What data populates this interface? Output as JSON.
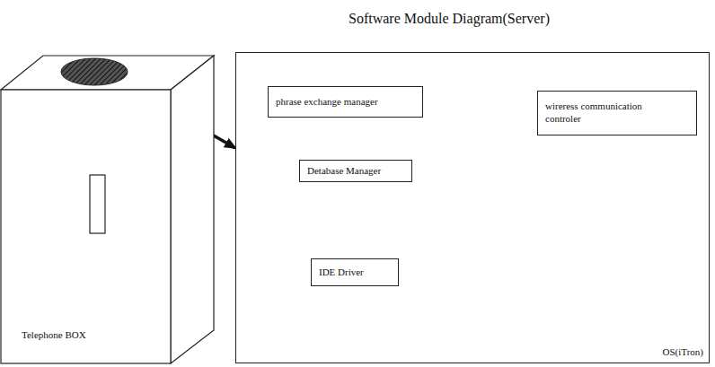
{
  "diagram": {
    "title": "Software Module Diagram(Server)",
    "nodes": [
      {
        "text": [
          "Telephone BOX"
        ]
      },
      {
        "text": [
          "OS(iTron)"
        ]
      },
      {
        "text": [
          "phrase exchange manager"
        ],
        "in": 1
      },
      {
        "text": [
          "wireress communication controler"
        ],
        "in": 1
      },
      {
        "text": [
          "Detabase Manager"
        ],
        "in": 1
      },
      {
        "text": [
          "IDE Driver"
        ],
        "in": 1
      }
    ],
    "edges": [
      {
        "from": 0,
        "to": 1,
        "arrow": "to"
      },
      {
        "from": 2,
        "to": 3,
        "arrow": "both"
      },
      {
        "from": 2,
        "to": 4,
        "arrow": "to"
      },
      {
        "from": 4,
        "to": 5,
        "arrow": "to"
      }
    ]
  }
}
